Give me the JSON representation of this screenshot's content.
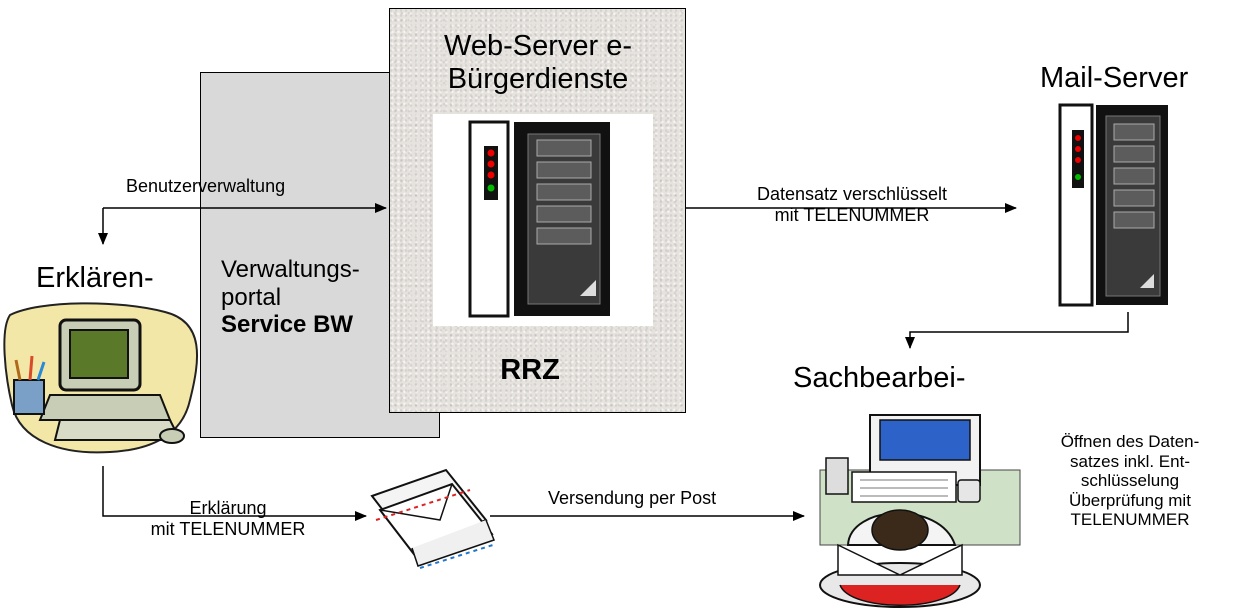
{
  "nodes": {
    "web_server_title_line1": "Web-Server e-",
    "web_server_title_line2": "Bürgerdienste",
    "rrz": "RRZ",
    "portal_line1": "Verwaltungs-",
    "portal_line2": "portal",
    "portal_line3": "Service BW",
    "mail_server": "Mail-Server",
    "citizen": "Erklären-",
    "clerk": "Sachbearbei-"
  },
  "edges": {
    "user_mgmt": "Benutzerverwaltung",
    "encrypted_line1": "Datensatz verschlüsselt",
    "encrypted_line2": "mit TELENUMMER",
    "declaration_line1": "Erklärung",
    "declaration_line2": "mit TELENUMMER",
    "post": "Versendung per Post"
  },
  "notes": {
    "line1": "Öffnen des Daten-",
    "line2": "satzes  inkl. Ent-",
    "line3": "schlüsselung",
    "line4": "Überprüfung mit",
    "line5": "TELENUMMER"
  }
}
